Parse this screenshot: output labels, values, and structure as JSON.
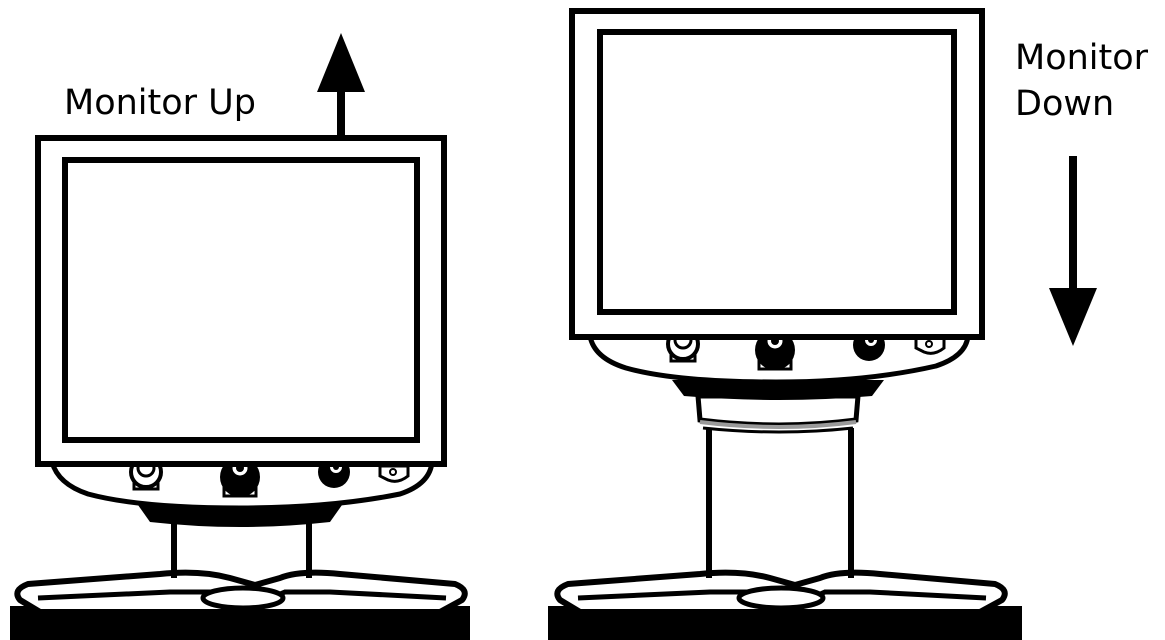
{
  "labels": {
    "monitor_up": "Monitor Up",
    "monitor_down_line1": "Monitor",
    "monitor_down_line2": "Down"
  },
  "colors": {
    "line": "#000000",
    "fill": "#ffffff",
    "accent_gray": "#9a9a9a"
  },
  "icons": {
    "up_arrow": "arrow-up-icon",
    "down_arrow": "arrow-down-icon"
  }
}
